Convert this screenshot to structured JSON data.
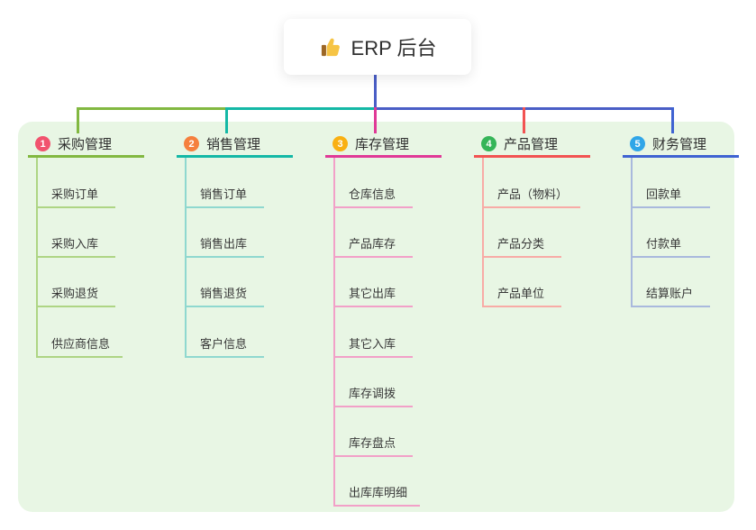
{
  "root": {
    "icon": "thumbs-up",
    "title": "ERP 后台"
  },
  "connector_colors": {
    "green": "#82b841",
    "teal": "#14b8a6",
    "blue": "#4a5ec6"
  },
  "branches": [
    {
      "num": "1",
      "title": "采购管理",
      "badge_color": "#f1536e",
      "accent_color": "#82b841",
      "child_line_color": "#aed584",
      "drop_color": "#82b841",
      "children": [
        "采购订单",
        "采购入库",
        "采购退货",
        "供应商信息"
      ]
    },
    {
      "num": "2",
      "title": "销售管理",
      "badge_color": "#f5803e",
      "accent_color": "#14b8a6",
      "child_line_color": "#8fd8cf",
      "drop_color": "#14b8a6",
      "children": [
        "销售订单",
        "销售出库",
        "销售退货",
        "客户信息"
      ]
    },
    {
      "num": "3",
      "title": "库存管理",
      "badge_color": "#f9b012",
      "accent_color": "#e03a97",
      "child_line_color": "#f2a0c8",
      "drop_color": "#e03a97",
      "children": [
        "仓库信息",
        "产品库存",
        "其它出库",
        "其它入库",
        "库存调拨",
        "库存盘点",
        "出库库明细"
      ]
    },
    {
      "num": "4",
      "title": "产品管理",
      "badge_color": "#35b558",
      "accent_color": "#f25352",
      "child_line_color": "#f8aba6",
      "drop_color": "#f25352",
      "children": [
        "产品（物料）",
        "产品分类",
        "产品单位"
      ]
    },
    {
      "num": "5",
      "title": "财务管理",
      "badge_color": "#30a6e8",
      "accent_color": "#3f63d2",
      "child_line_color": "#a9b9dd",
      "drop_color": "#3f63d2",
      "children": [
        "回款单",
        "付款单",
        "结算账户"
      ]
    }
  ]
}
